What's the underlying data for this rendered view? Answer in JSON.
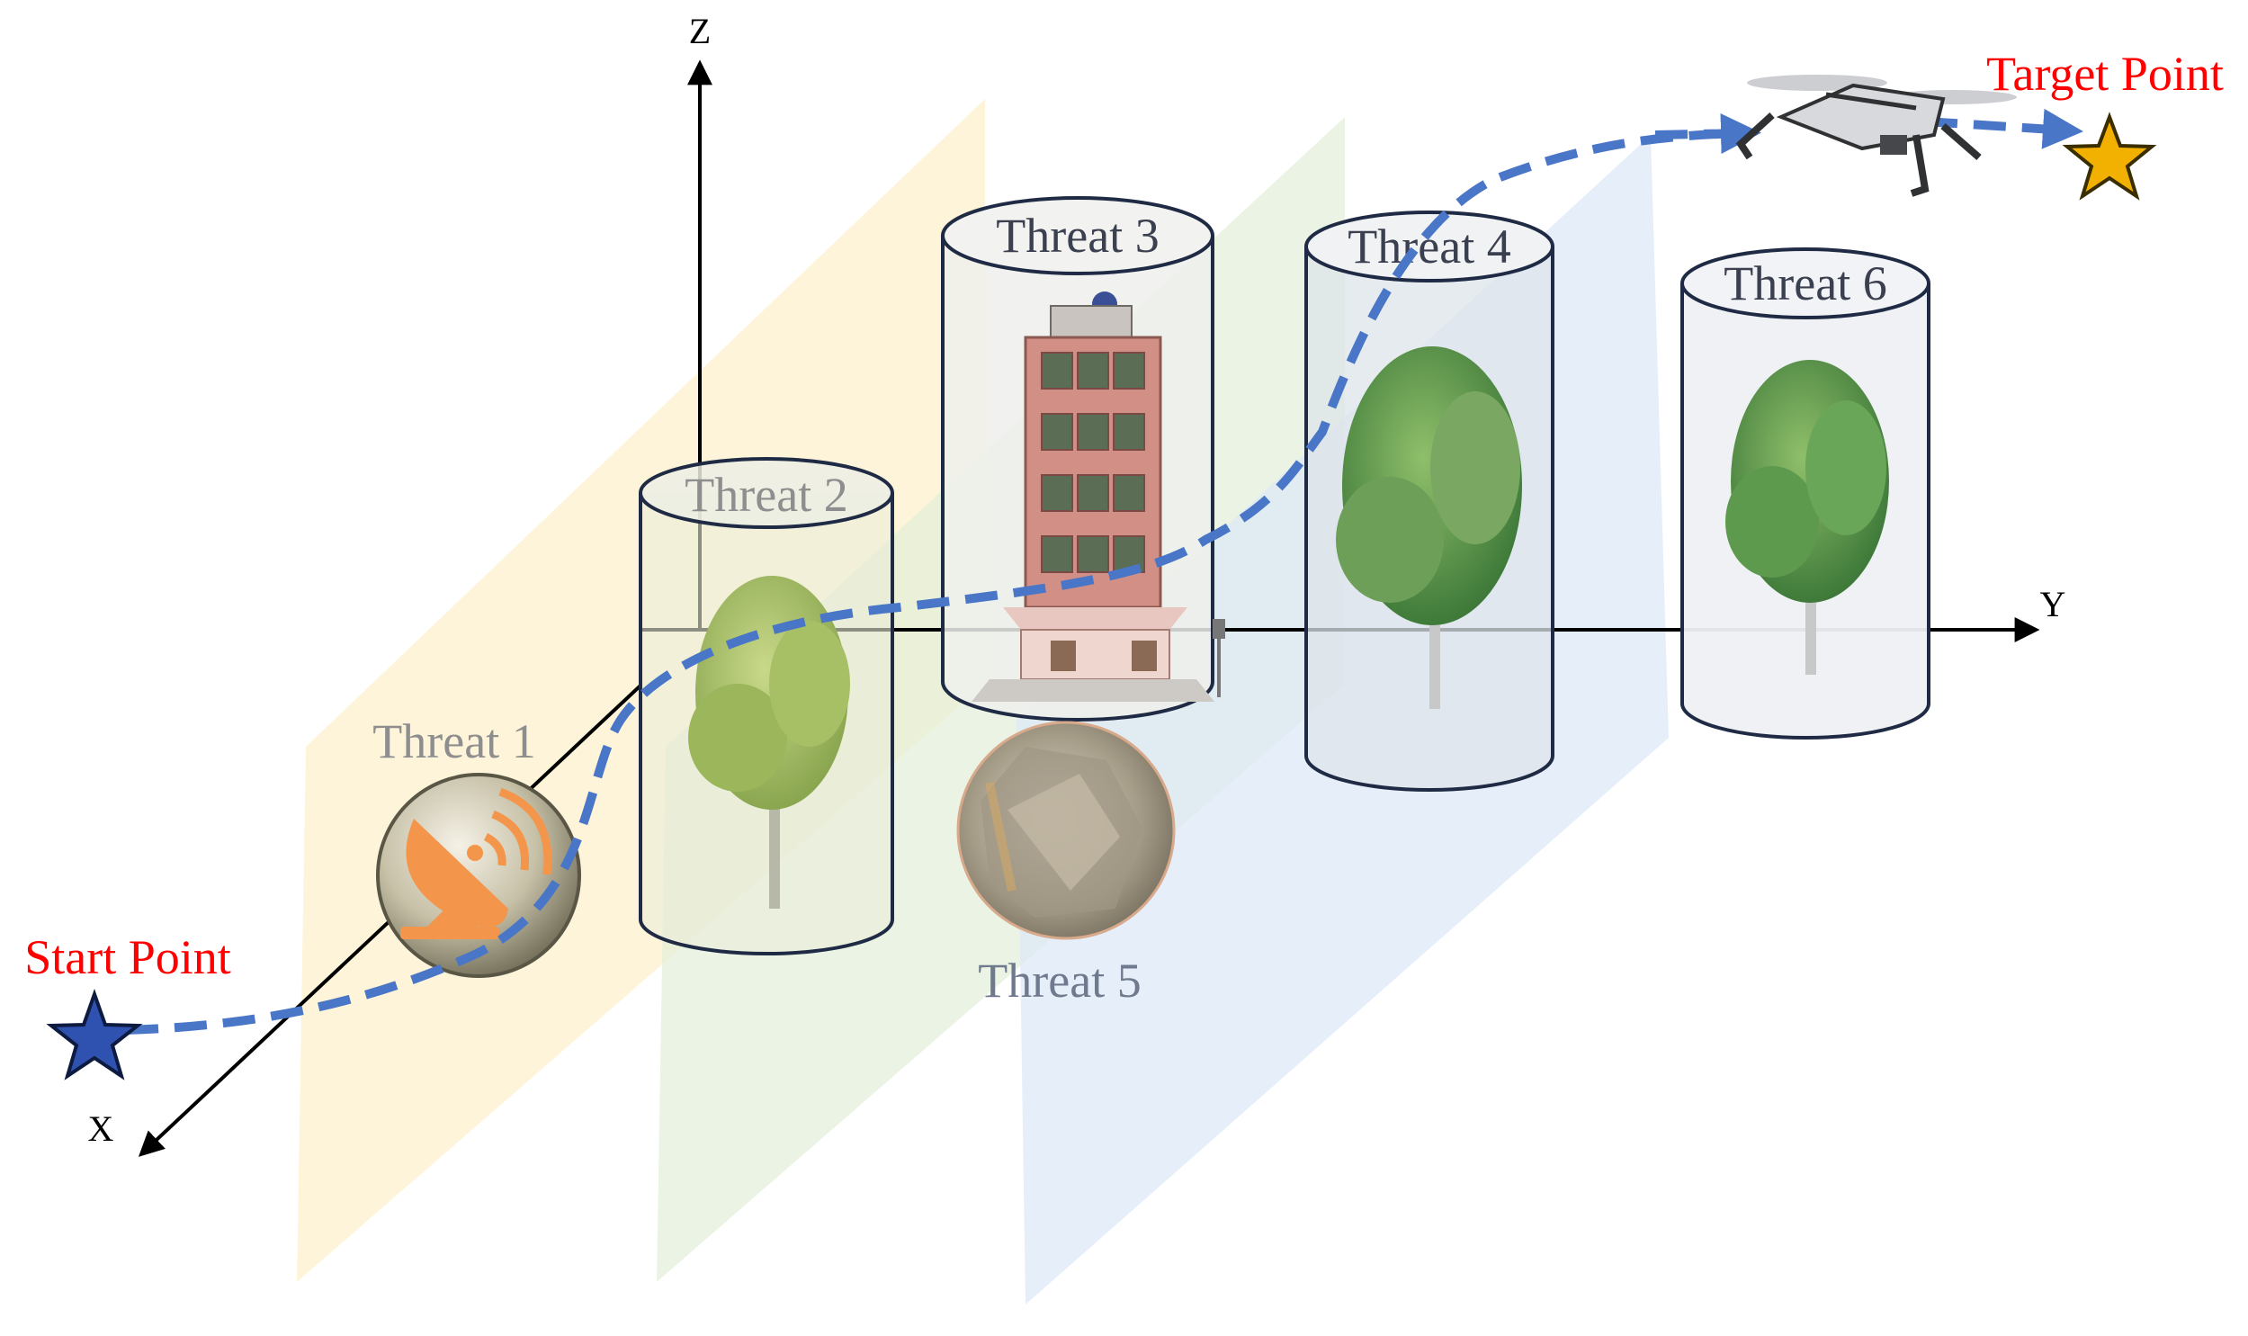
{
  "axes": {
    "z": "Z",
    "x": "X",
    "y": "Y"
  },
  "start_label": "Start Point",
  "target_label": "Target Point",
  "threats": [
    {
      "label": "Threat 1",
      "kind": "radar"
    },
    {
      "label": "Threat 2",
      "kind": "tree"
    },
    {
      "label": "Threat 3",
      "kind": "building"
    },
    {
      "label": "Threat 4",
      "kind": "tree"
    },
    {
      "label": "Threat 5",
      "kind": "rock"
    },
    {
      "label": "Threat 6",
      "kind": "tree"
    }
  ],
  "colors": {
    "label_red": "#ff0000",
    "path_blue": "#4a76c7",
    "start_star": "#2f52b0",
    "target_star": "#f2b100",
    "cylinder_stroke": "#1f2a44",
    "plane_yellow": "#fdf0cc",
    "plane_green": "#e3efd8",
    "plane_blue": "#dbe8f6",
    "radar_orange": "#f3954a"
  }
}
